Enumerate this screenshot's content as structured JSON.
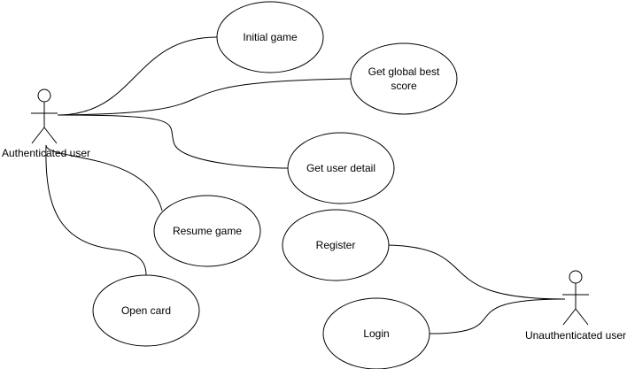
{
  "diagram": {
    "actors": [
      {
        "id": "authenticated",
        "label": "Authenticated user"
      },
      {
        "id": "unauthenticated",
        "label": "Unauthenticated user"
      }
    ],
    "use_cases": [
      {
        "id": "initial-game",
        "lines": [
          "Initial game"
        ]
      },
      {
        "id": "global-best-score",
        "lines": [
          "Get global best",
          "score"
        ]
      },
      {
        "id": "user-detail",
        "lines": [
          "Get user detail"
        ]
      },
      {
        "id": "resume-game",
        "lines": [
          "Resume game"
        ]
      },
      {
        "id": "open-card",
        "lines": [
          "Open card"
        ]
      },
      {
        "id": "register",
        "lines": [
          "Register"
        ]
      },
      {
        "id": "login",
        "lines": [
          "Login"
        ]
      }
    ],
    "associations": [
      {
        "actor": "authenticated",
        "use_case": "initial-game"
      },
      {
        "actor": "authenticated",
        "use_case": "global-best-score"
      },
      {
        "actor": "authenticated",
        "use_case": "user-detail"
      },
      {
        "actor": "authenticated",
        "use_case": "resume-game"
      },
      {
        "actor": "authenticated",
        "use_case": "open-card"
      },
      {
        "actor": "unauthenticated",
        "use_case": "register"
      },
      {
        "actor": "unauthenticated",
        "use_case": "login"
      }
    ],
    "colors": {
      "stroke": "#000000",
      "fill": "#ffffff",
      "text": "#000000"
    }
  }
}
